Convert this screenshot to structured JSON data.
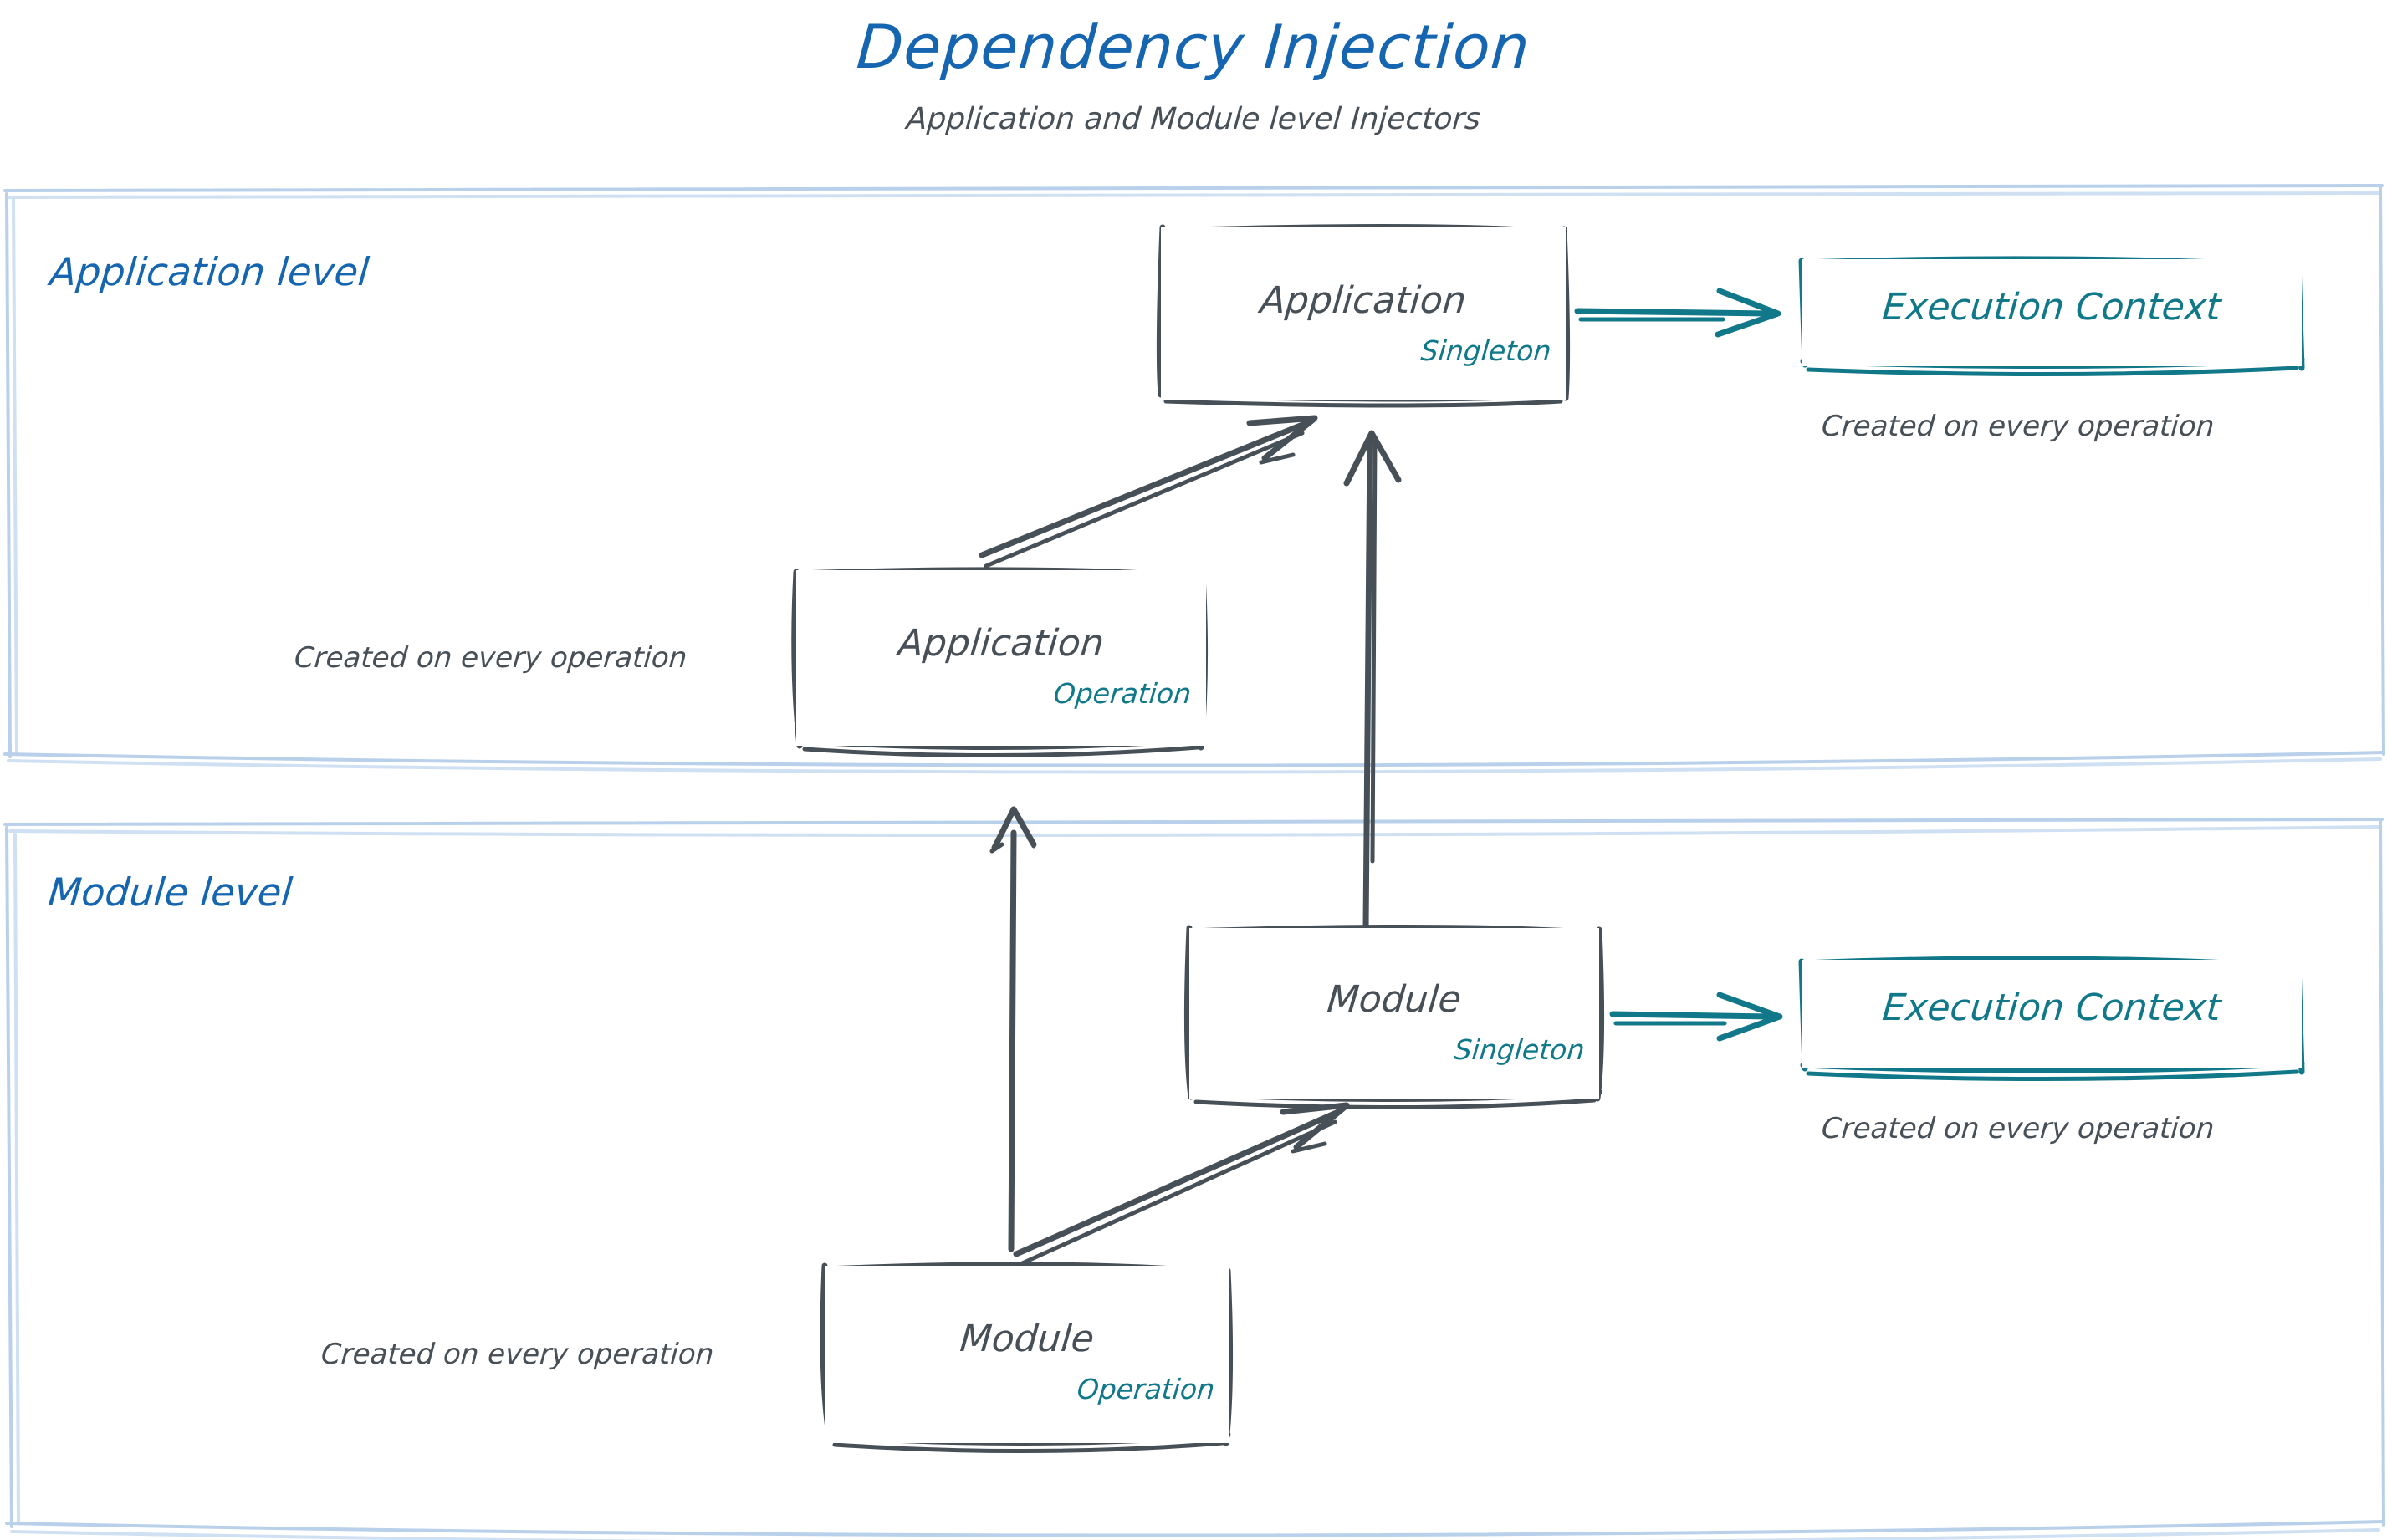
{
  "header": {
    "title": "Dependency Injection",
    "subtitle": "Application and Module level Injectors",
    "title_color": "#1565b0",
    "subtitle_color": "#474f57"
  },
  "colors": {
    "sketch_dark": "#474f57",
    "teal": "#11788a",
    "blue": "#1565b0",
    "panel_border": "#b9d0ea",
    "background": "#ffffff"
  },
  "panels": [
    {
      "id": "application-level",
      "label": "Application level"
    },
    {
      "id": "module-level",
      "label": "Module level"
    }
  ],
  "nodes": {
    "app_singleton": {
      "label": "Application",
      "scope": "Singleton"
    },
    "app_operation": {
      "label": "Application",
      "scope": "Operation"
    },
    "app_exec_ctx": {
      "label": "Execution Context"
    },
    "mod_singleton": {
      "label": "Module",
      "scope": "Singleton"
    },
    "mod_operation": {
      "label": "Module",
      "scope": "Operation"
    },
    "mod_exec_ctx": {
      "label": "Execution Context"
    }
  },
  "captions": {
    "app_exec_ctx_note": "Created on every operation",
    "app_operation_note": "Created on every operation",
    "mod_exec_ctx_note": "Created on every operation",
    "mod_operation_note": "Created on every operation"
  },
  "connections": [
    {
      "from": "app_singleton",
      "to": "app_exec_ctx",
      "color": "teal",
      "style": "arrow"
    },
    {
      "from": "app_operation",
      "to": "app_singleton",
      "color": "dark",
      "style": "arrow"
    },
    {
      "from": "mod_singleton",
      "to": "app_singleton",
      "color": "dark",
      "style": "arrow"
    },
    {
      "from": "mod_operation",
      "to": "app_operation",
      "color": "dark",
      "style": "arrow"
    },
    {
      "from": "mod_operation",
      "to": "mod_singleton",
      "color": "dark",
      "style": "arrow"
    },
    {
      "from": "mod_singleton",
      "to": "mod_exec_ctx",
      "color": "teal",
      "style": "arrow"
    }
  ]
}
